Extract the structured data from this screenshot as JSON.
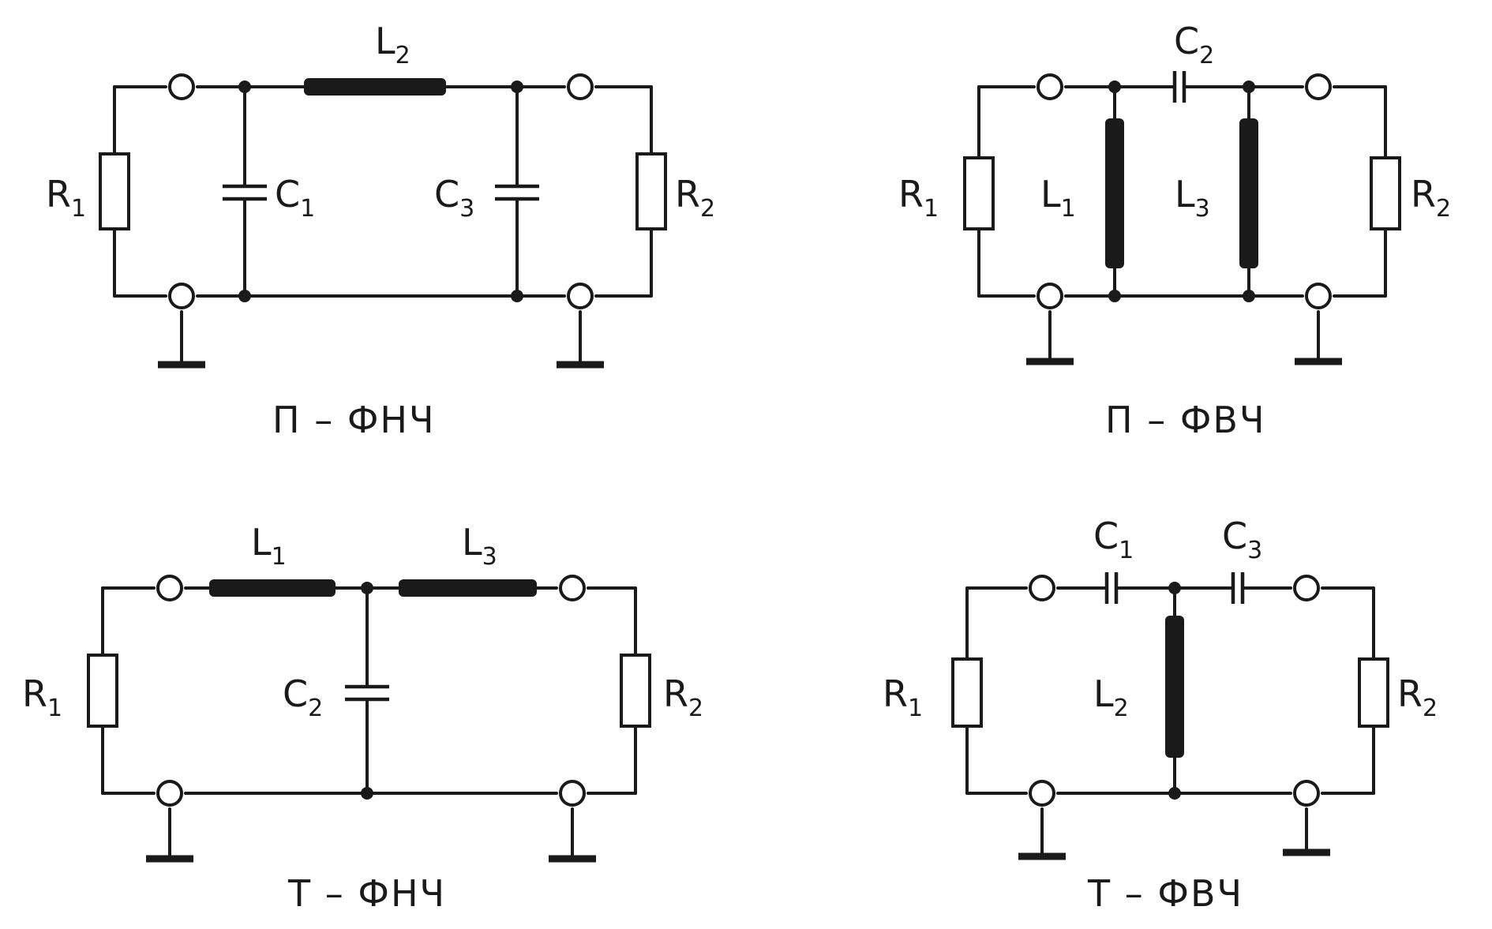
{
  "circuits": [
    {
      "caption": "П – ФНЧ",
      "labels": {
        "R1": {
          "main": "R",
          "sub": "1"
        },
        "R2": {
          "main": "R",
          "sub": "2"
        },
        "L2": {
          "main": "L",
          "sub": "2"
        },
        "C1": {
          "main": "C",
          "sub": "1"
        },
        "C3": {
          "main": "C",
          "sub": "3"
        }
      }
    },
    {
      "caption": "П – ФВЧ",
      "labels": {
        "R1": {
          "main": "R",
          "sub": "1"
        },
        "R2": {
          "main": "R",
          "sub": "2"
        },
        "C2": {
          "main": "C",
          "sub": "2"
        },
        "L1": {
          "main": "L",
          "sub": "1"
        },
        "L3": {
          "main": "L",
          "sub": "3"
        }
      }
    },
    {
      "caption": "Т – ФНЧ",
      "labels": {
        "R1": {
          "main": "R",
          "sub": "1"
        },
        "R2": {
          "main": "R",
          "sub": "2"
        },
        "L1": {
          "main": "L",
          "sub": "1"
        },
        "L3": {
          "main": "L",
          "sub": "3"
        },
        "C2": {
          "main": "C",
          "sub": "2"
        }
      }
    },
    {
      "caption": "Т – ФВЧ",
      "labels": {
        "R1": {
          "main": "R",
          "sub": "1"
        },
        "R2": {
          "main": "R",
          "sub": "2"
        },
        "C1": {
          "main": "C",
          "sub": "1"
        },
        "C3": {
          "main": "C",
          "sub": "3"
        },
        "L2": {
          "main": "L",
          "sub": "2"
        }
      }
    }
  ]
}
